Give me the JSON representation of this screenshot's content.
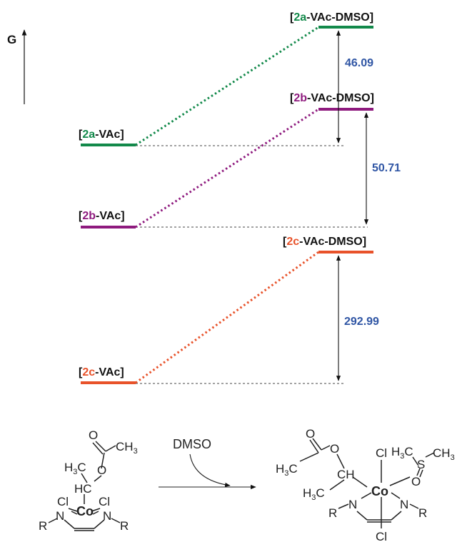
{
  "axis": {
    "label": "G"
  },
  "colors": {
    "a": "#12894a",
    "b": "#8e1a7e",
    "c": "#e8522a",
    "value": "#2f55a4",
    "ink": "#111111"
  },
  "states": {
    "a_vac": {
      "open": "[",
      "tag": "2a",
      "rest": "-VAc]"
    },
    "b_vac": {
      "open": "[",
      "tag": "2b",
      "rest": "-VAc]"
    },
    "c_vac": {
      "open": "[",
      "tag": "2c",
      "rest": "-VAc]"
    },
    "a_dmso": {
      "open": "[",
      "tag": "2a",
      "rest": "-VAc-DMSO]"
    },
    "b_dmso": {
      "open": "[",
      "tag": "2b",
      "rest": "-VAc-DMSO]"
    },
    "c_dmso": {
      "open": "[",
      "tag": "2c",
      "rest": "-VAc-DMSO]"
    }
  },
  "energies": {
    "a": "46.09",
    "b": "50.71",
    "c": "292.99"
  },
  "scheme": {
    "arrow_label": "DMSO",
    "left": {
      "o_carbonyl": "O",
      "ch3": "CH",
      "ch3_sub": "3",
      "h3c": "H",
      "h3c_sub": "3",
      "h3c_c": "C",
      "hc": "HC",
      "o_ether": "O",
      "cl1": "Cl",
      "cl2": "Cl",
      "co": "Co",
      "n1": "N",
      "n2": "N",
      "r1": "R",
      "r2": "R"
    },
    "right": {
      "o_carbonyl": "O",
      "h3c_acyl": "H",
      "h3c_acyl_sub": "3",
      "h3c_acyl_c": "C",
      "o_ether": "O",
      "ch": "CH",
      "h3c_alkyl": "H",
      "h3c_alkyl_sub": "3",
      "h3c_alkyl_c": "C",
      "co": "Co",
      "cl_top": "Cl",
      "cl_bottom": "Cl",
      "n1": "N",
      "n2": "N",
      "r1": "R",
      "r2": "R",
      "h3c_s": "H",
      "h3c_s_sub": "3",
      "h3c_s_c": "C",
      "s": "S",
      "ch3_s": "CH",
      "ch3_s_sub": "3",
      "o_s": "O"
    }
  }
}
